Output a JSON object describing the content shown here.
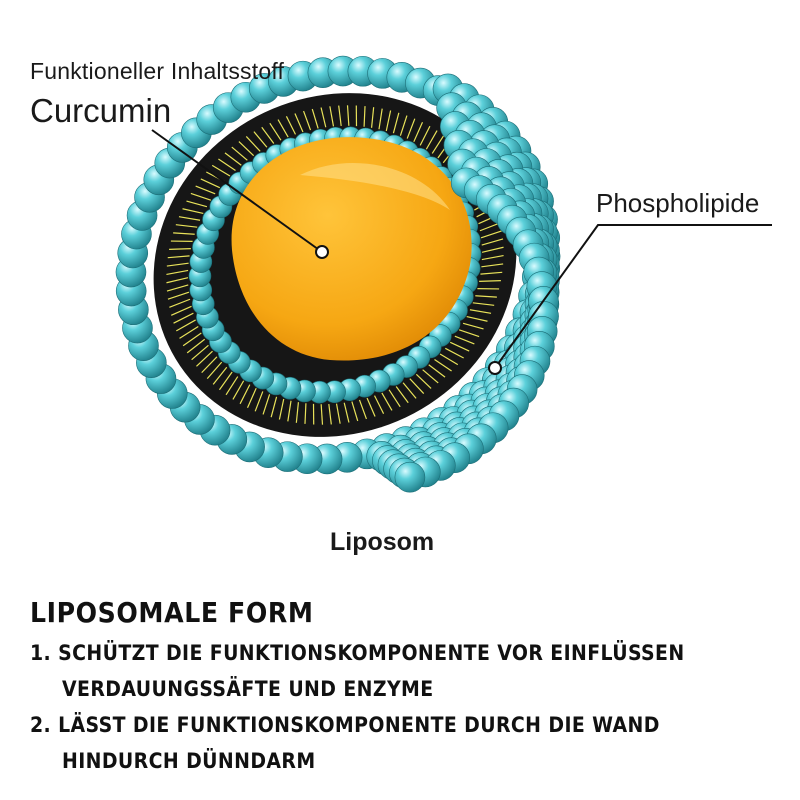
{
  "labels": {
    "ingredient_sub": "Funktioneller Inhaltsstoff",
    "ingredient_main": "Curcumin",
    "phospholipide": "Phospholipide",
    "liposom": "Liposom"
  },
  "colors": {
    "core": "#f6a713",
    "bead": "#3fb8c3",
    "tail_layer": "#161616",
    "tails": "#e8e25a"
  },
  "text": {
    "heading": "LIPOSOMALE FORM",
    "items": [
      {
        "line1": "1. SCHÜTZT DIE FUNKTIONSKOMPONENTE VOR EINFLÜSSEN",
        "line2": "VERDAUUNGSSÄFTE UND ENZYME"
      },
      {
        "line1": "2. LÄSST DIE FUNKTIONSKOMPONENTE DURCH DIE WAND",
        "line2": "HINDURCH DÜNNDARM"
      }
    ]
  }
}
